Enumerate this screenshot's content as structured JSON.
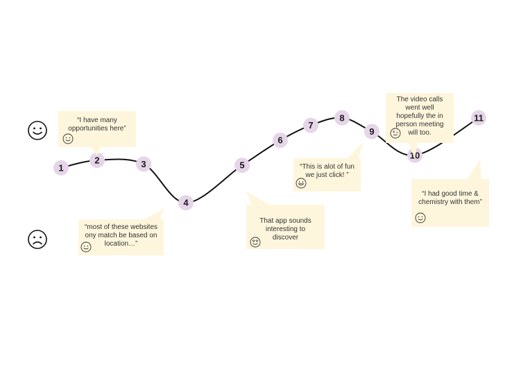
{
  "colors": {
    "curve": "#111111",
    "node_fill": "#e6d5e8",
    "note_fill": "#fdf6dc",
    "text": "#333333"
  },
  "scale": {
    "top_icon": "happy-face-icon",
    "bottom_icon": "sad-face-icon"
  },
  "steps": [
    {
      "label": "1",
      "level": 0.49
    },
    {
      "label": "2",
      "level": 0.55
    },
    {
      "label": "3",
      "level": 0.52
    },
    {
      "label": "4",
      "level": 0.21
    },
    {
      "label": "5",
      "level": 0.51
    },
    {
      "label": "6",
      "level": 0.71
    },
    {
      "label": "7",
      "level": 0.83
    },
    {
      "label": "8",
      "level": 0.89
    },
    {
      "label": "9",
      "level": 0.78
    },
    {
      "label": "10",
      "level": 0.59
    },
    {
      "label": "11",
      "level": 0.89
    }
  ],
  "notes": [
    {
      "text": "“I have many opportunities here”",
      "icon": "smile-icon"
    },
    {
      "text": "“most of these websites ony match be based on location…”",
      "icon": "smile-icon"
    },
    {
      "text": "That app sounds interesting to discover",
      "icon": "heart-eyes-icon"
    },
    {
      "text": "“This is alot of fun we just click! ”",
      "icon": "grin-icon"
    },
    {
      "text": "The video calls went well hopefully the in person meeting will too.",
      "icon": "thinking-face-icon"
    },
    {
      "text": "“I had good time & chemistry with them”",
      "icon": "smile-icon"
    }
  ]
}
